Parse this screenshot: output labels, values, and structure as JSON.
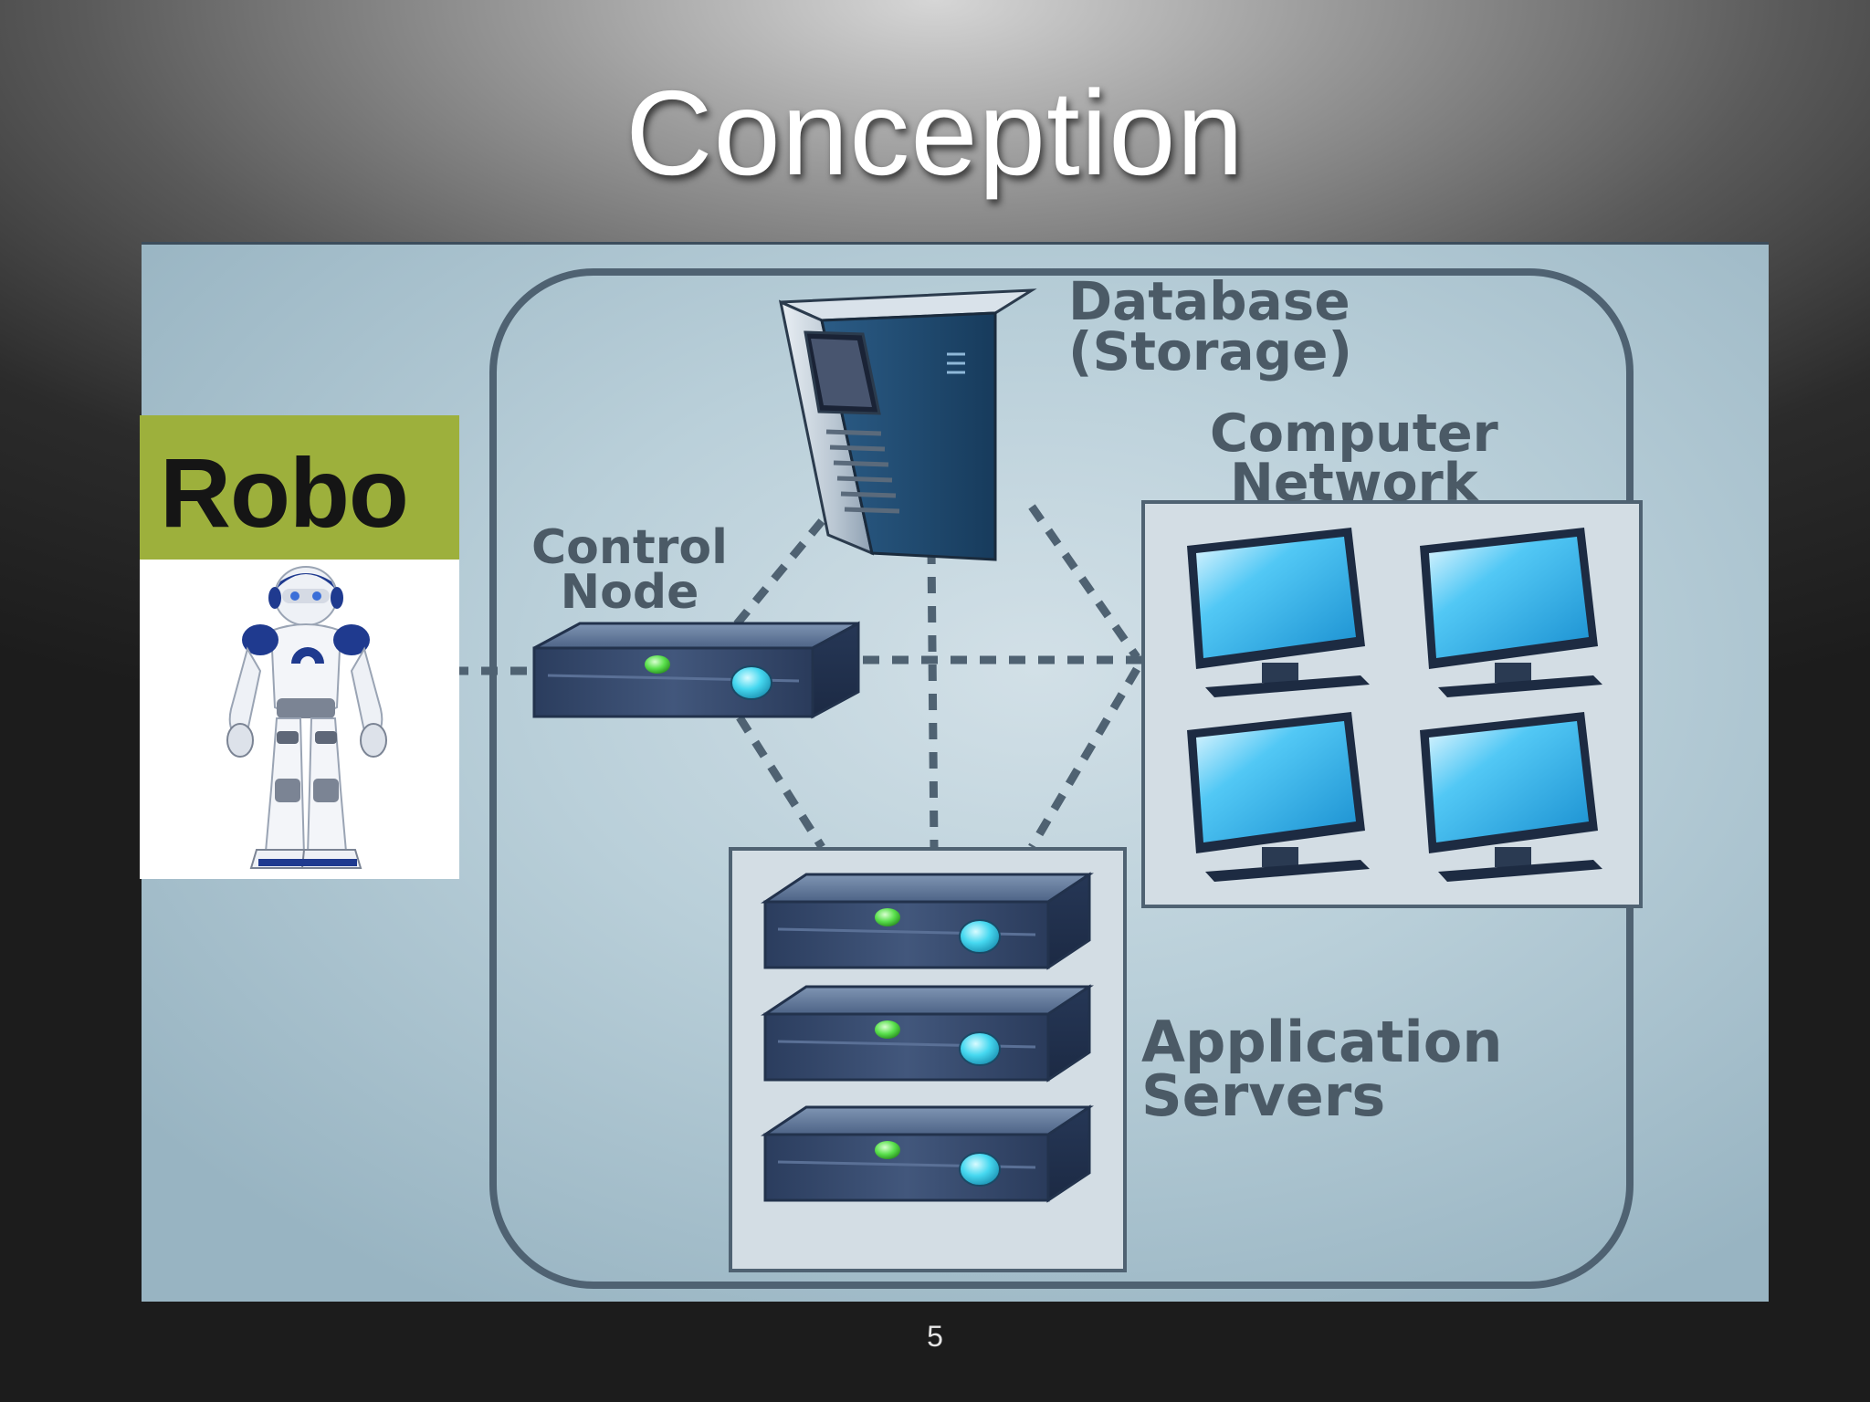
{
  "slide": {
    "title": "Conception",
    "page_number": "5"
  },
  "diagram": {
    "labels": {
      "database_line1": "Database",
      "database_line2": "(Storage)",
      "network_line1": "Computer",
      "network_line2": "Network",
      "control_line1": "Control",
      "control_line2": "Node",
      "app_line1": "Application",
      "app_line2": "Servers"
    },
    "robo_label": "Robo",
    "colors": {
      "panel": "#b9cfd9",
      "outline": "#4f6272",
      "server_body": "#33486a",
      "monitor_screen": "#35b6ee",
      "led_green": "#59e04c",
      "led_cyan": "#46d8f0",
      "robo_banner": "#9db03c"
    },
    "icons": [
      "database-server-icon",
      "control-node-icon",
      "monitor-icon",
      "application-server-icon",
      "robot-icon"
    ]
  }
}
